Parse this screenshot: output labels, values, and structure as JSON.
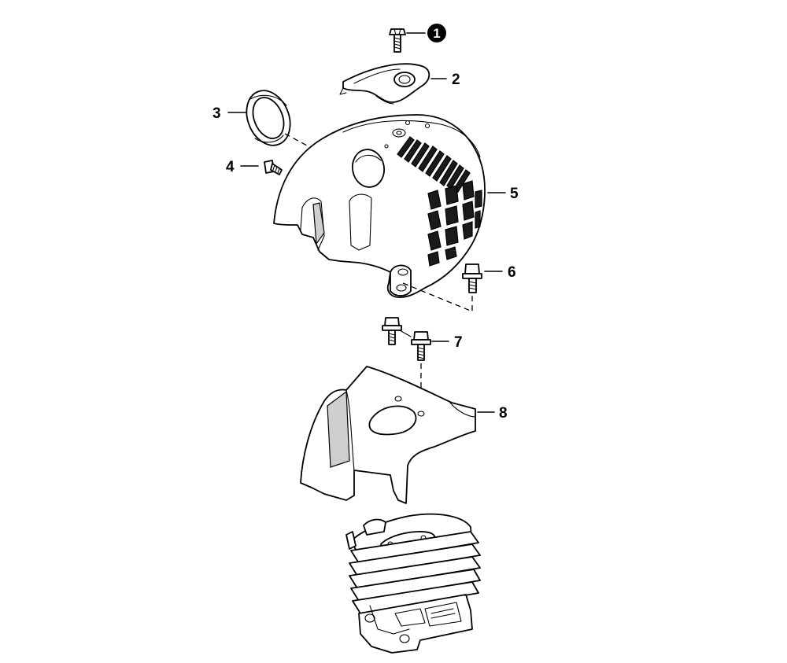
{
  "diagram": {
    "callouts": [
      {
        "id": "1",
        "label": "1",
        "highlighted": true
      },
      {
        "id": "2",
        "label": "2"
      },
      {
        "id": "3",
        "label": "3"
      },
      {
        "id": "4",
        "label": "4"
      },
      {
        "id": "5",
        "label": "5"
      },
      {
        "id": "6",
        "label": "6"
      },
      {
        "id": "7",
        "label": "7"
      },
      {
        "id": "8",
        "label": "8"
      }
    ]
  }
}
